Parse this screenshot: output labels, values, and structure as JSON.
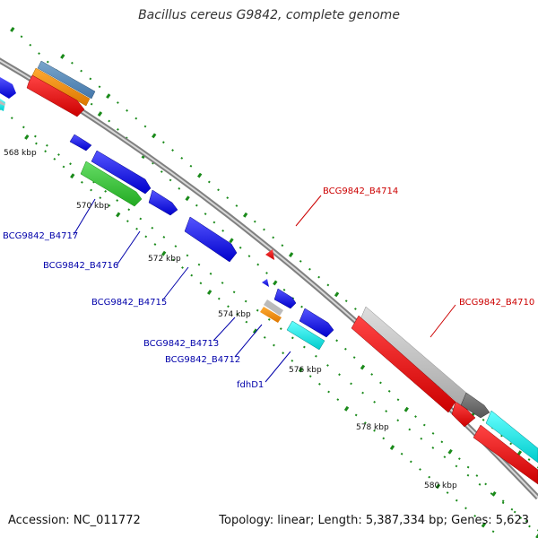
{
  "header": {
    "title": "Bacillus cereus G9842, complete genome"
  },
  "footer": {
    "accession": "Accession: NC_011772",
    "stats": "Topology: linear; Length: 5,387,334 bp; Genes: 5,623"
  },
  "scale": {
    "ticks": [
      "568 kbp",
      "570 kbp",
      "572 kbp",
      "574 kbp",
      "576 kbp",
      "578 kbp",
      "580 kbp"
    ]
  },
  "genes": {
    "labels": [
      "BCG9842_B4714",
      "BCG9842_B4717",
      "BCG9842_B4716",
      "BCG9842_B4715",
      "BCG9842_B4713",
      "BCG9842_B4712",
      "fdhD1",
      "BCG9842_B4710"
    ]
  },
  "colors": {
    "backbone": "#808080",
    "forward": "#0000ee",
    "reverse": "#ee0000",
    "highlight_label": "#cc0000",
    "label": "#0000aa",
    "green_tick": "#1a8a1a",
    "cds_green": "#33bb33",
    "cds_cyan": "#00e5e5",
    "cds_orange": "#ff8c00",
    "cds_gray": "#c0c0c0"
  }
}
